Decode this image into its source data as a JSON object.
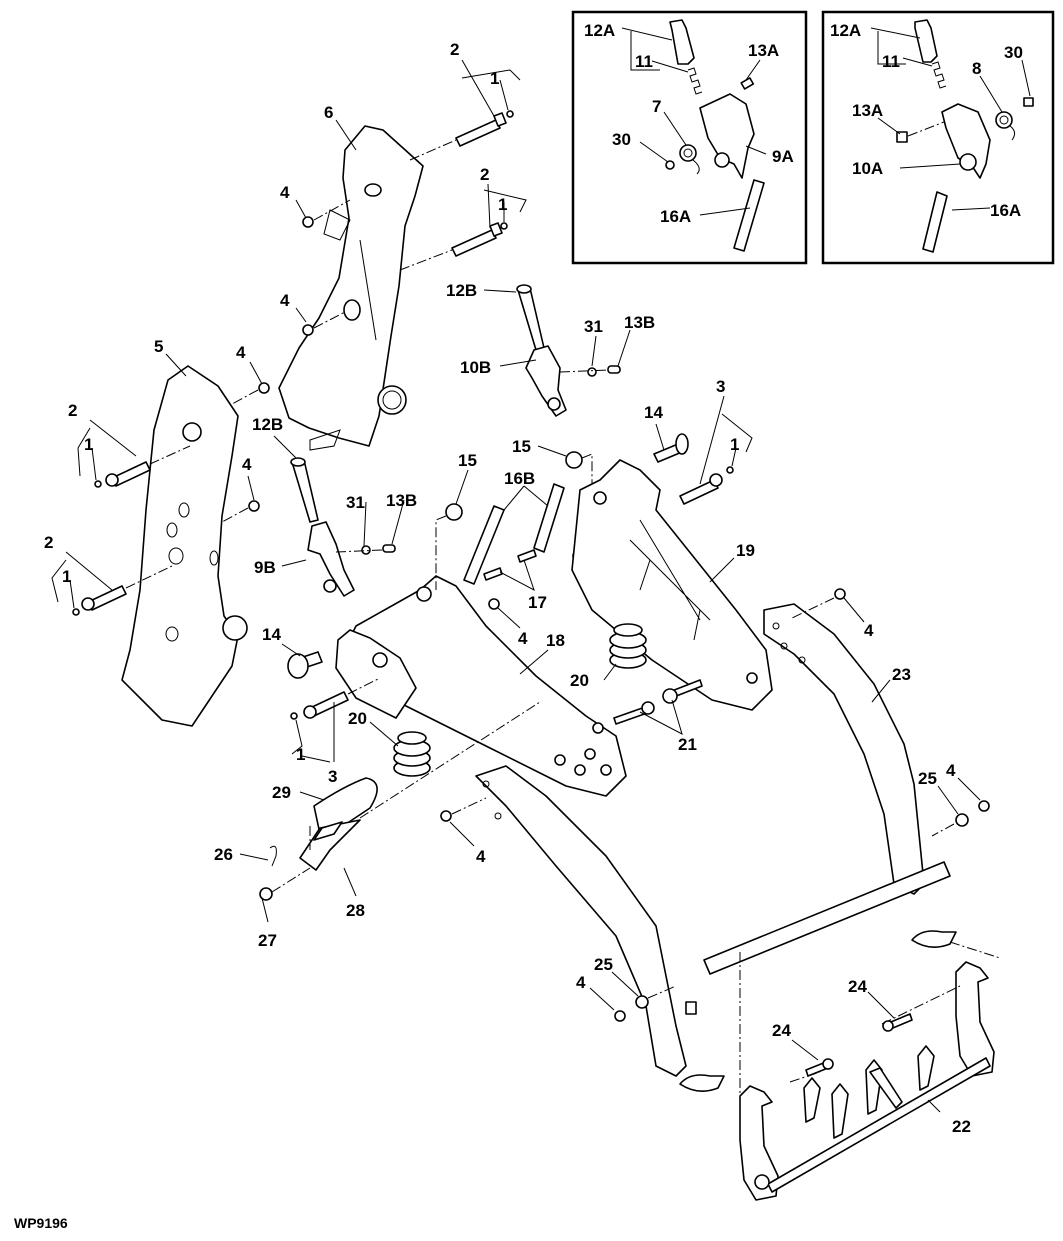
{
  "figure_id": "WP9196",
  "diagram_type": "exploded parts diagram",
  "insets": [
    {
      "name": "inset-left",
      "callouts": [
        "12A",
        "11",
        "13A",
        "7",
        "30",
        "9A",
        "16A"
      ]
    },
    {
      "name": "inset-right",
      "callouts": [
        "12A",
        "11",
        "30",
        "8",
        "13A",
        "10A",
        "16A"
      ]
    }
  ],
  "callouts": {
    "i1_12A": "12A",
    "i1_11": "11",
    "i1_13A": "13A",
    "i1_7": "7",
    "i1_30": "30",
    "i1_9A": "9A",
    "i1_16A": "16A",
    "i2_12A": "12A",
    "i2_11": "11",
    "i2_30": "30",
    "i2_8": "8",
    "i2_13A": "13A",
    "i2_10A": "10A",
    "i2_16A": "16A",
    "c_2a": "2",
    "c_1a": "1",
    "c_6": "6",
    "c_4a": "4",
    "c_2b": "2",
    "c_1b": "1",
    "c_4b": "4",
    "c_12B_top": "12B",
    "c_31_top": "31",
    "c_13B_top": "13B",
    "c_10B": "10B",
    "c_5": "5",
    "c_4c": "4",
    "c_2c": "2",
    "c_1c": "1",
    "c_4d": "4",
    "c_2d": "2",
    "c_1d": "1",
    "c_12B_low": "12B",
    "c_31_low": "31",
    "c_13B_low": "13B",
    "c_9B": "9B",
    "c_14a": "14",
    "c_3a": "3",
    "c_1e": "1",
    "c_15a": "15",
    "c_15b": "15",
    "c_16B": "16B",
    "c_17": "17",
    "c_4e": "4",
    "c_19": "19",
    "c_4f": "4",
    "c_4g": "4",
    "c_18": "18",
    "c_14b": "14",
    "c_20a": "20",
    "c_20b": "20",
    "c_21": "21",
    "c_23": "23",
    "c_1f": "1",
    "c_3b": "3",
    "c_29": "29",
    "c_26": "26",
    "c_28": "28",
    "c_27": "27",
    "c_4h": "4",
    "c_25a": "25",
    "c_4i": "4",
    "c_25b": "25",
    "c_4j": "4",
    "c_24a": "24",
    "c_24b": "24",
    "c_22": "22"
  }
}
